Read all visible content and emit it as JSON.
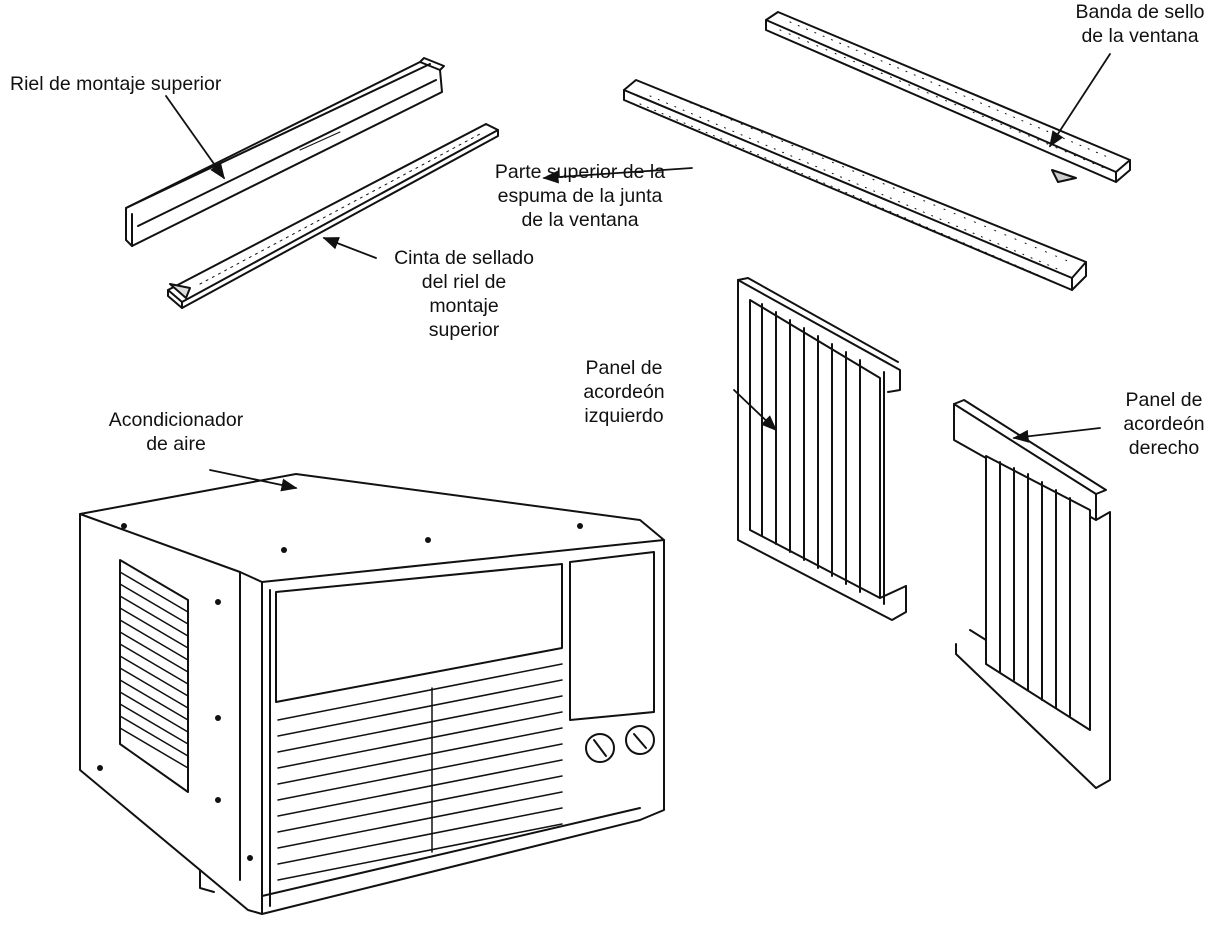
{
  "labels": {
    "top_rail": "Riel de montaje superior",
    "rail_tape": [
      "Cinta de sellado",
      "del riel de",
      "montaje",
      "superior"
    ],
    "foam_top": [
      "Parte superior de la",
      "espuma de la junta",
      "de la ventana"
    ],
    "seal_strip": [
      "Banda de sello",
      "de la ventana"
    ],
    "left_panel": [
      "Panel de",
      "acordeón",
      "izquierdo"
    ],
    "right_panel": [
      "Panel de",
      "acordeón",
      "derecho"
    ],
    "air_conditioner": [
      "Acondicionador",
      "de aire"
    ]
  },
  "colors": {
    "ink": "#111111",
    "background": "#ffffff"
  }
}
